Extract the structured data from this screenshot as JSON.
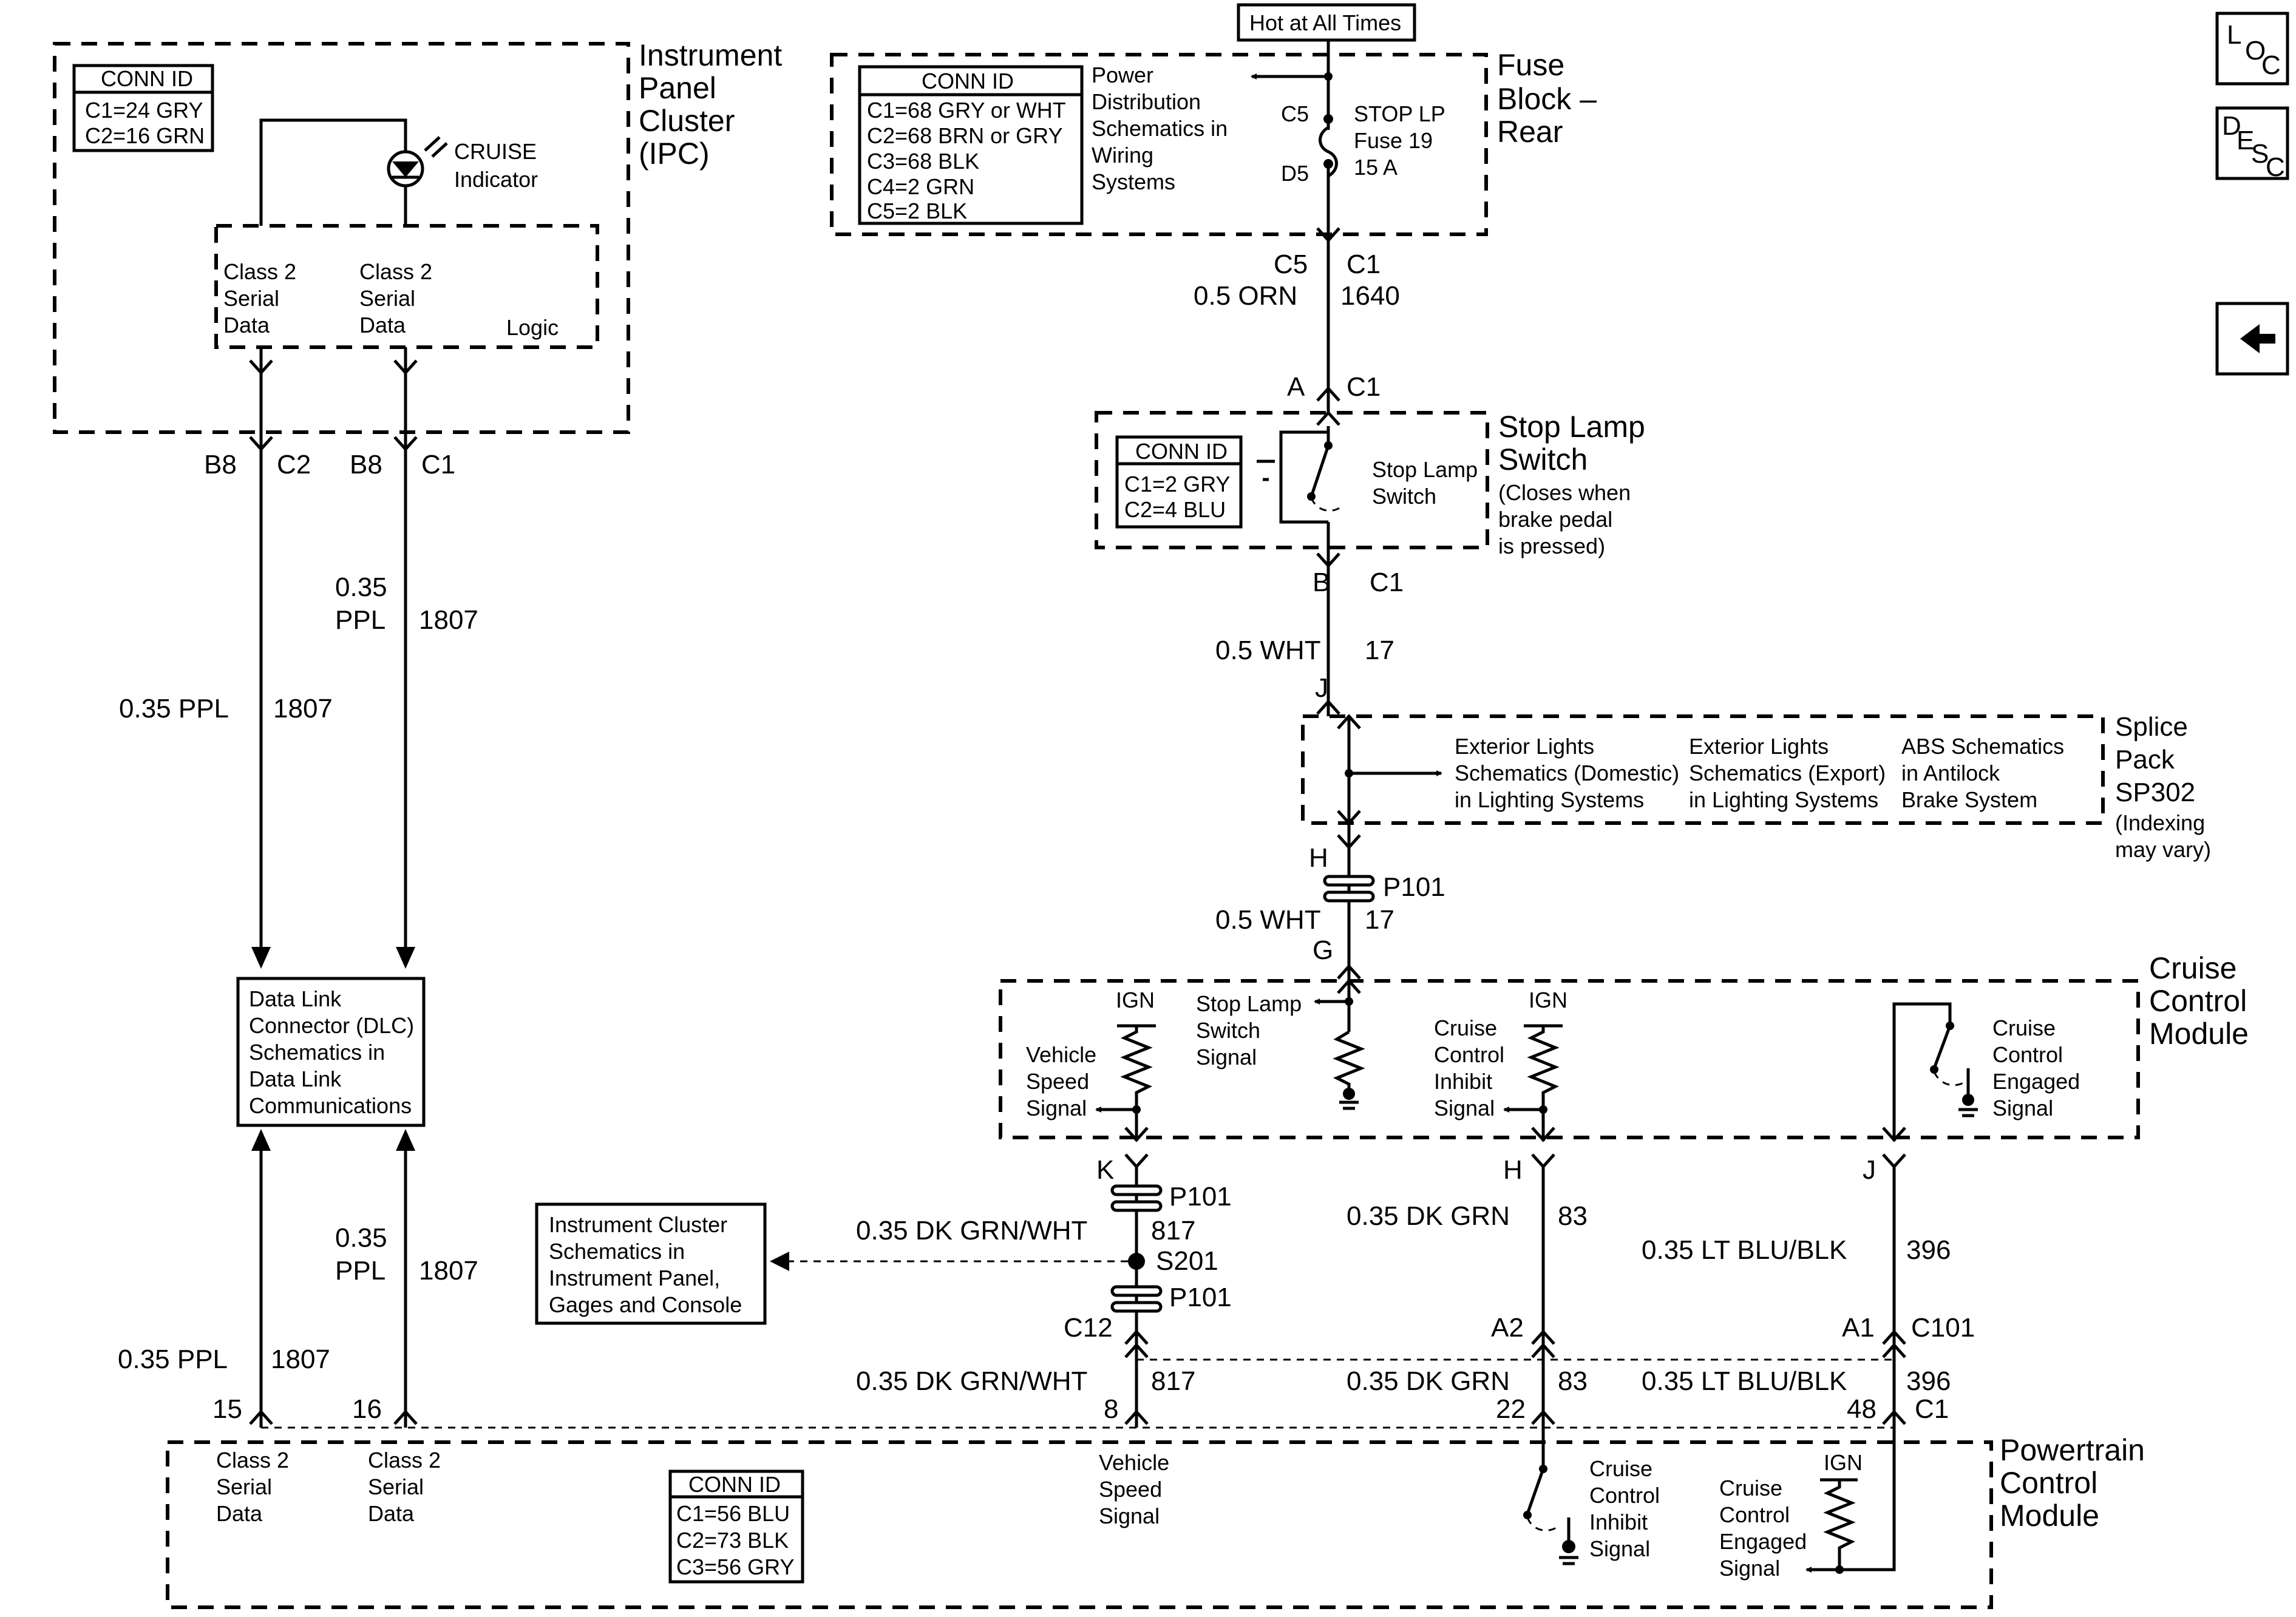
{
  "nav": {
    "loc": [
      "L",
      "O",
      "C"
    ],
    "desc": [
      "D",
      "E",
      "S",
      "C"
    ]
  },
  "ipc": {
    "title": [
      "Instrument",
      "Panel",
      "Cluster",
      "(IPC)"
    ],
    "conn_title": "CONN ID",
    "conn": [
      "C1=24 GRY",
      "C2=16 GRN"
    ],
    "indicator": [
      "CRUISE",
      "Indicator"
    ],
    "sd1": [
      "Class 2",
      "Serial",
      "Data"
    ],
    "sd2": [
      "Class 2",
      "Serial",
      "Data"
    ],
    "logic": "Logic",
    "pin_left": [
      "B8",
      "C2"
    ],
    "pin_right": [
      "B8",
      "C1"
    ]
  },
  "fuse": {
    "hot": "Hot at All Times",
    "title": [
      "Fuse",
      "Block –",
      "Rear"
    ],
    "conn_title": "CONN ID",
    "conn": [
      "C1=68 GRY or WHT",
      "C2=68 BRN or GRY",
      "C3=68 BLK",
      "C4=2 GRN",
      "C5=2 BLK"
    ],
    "power": [
      "Power",
      "Distribution",
      "Schematics in",
      "Wiring",
      "Systems"
    ],
    "c5": "C5",
    "d5": "D5",
    "fuse_label": [
      "STOP LP",
      "Fuse 19",
      "15 A"
    ],
    "out_pin": [
      "C5",
      "C1"
    ],
    "wire": [
      "0.5 ORN",
      "1640"
    ]
  },
  "sls": {
    "pin_top": [
      "A",
      "C1"
    ],
    "title": [
      "Stop Lamp",
      "Switch",
      "(Closes when",
      "brake pedal",
      "is pressed)"
    ],
    "conn_title": "CONN ID",
    "conn": [
      "C1=2 GRY",
      "C2=4 BLU"
    ],
    "switch_label": [
      "Stop Lamp",
      "Switch"
    ],
    "pin_bottom": [
      "B",
      "C1"
    ],
    "wire": [
      "0.5 WHT",
      "17"
    ],
    "j": "J"
  },
  "splice": {
    "title": [
      "Splice",
      "Pack",
      "SP302",
      "(Indexing",
      "may vary)"
    ],
    "ext_dom": [
      "Exterior Lights",
      "Schematics (Domestic)",
      "in Lighting Systems"
    ],
    "ext_exp": [
      "Exterior Lights",
      "Schematics (Export)",
      "in Lighting Systems"
    ],
    "abs": [
      "ABS Schematics",
      "in Antilock",
      "Brake System"
    ],
    "h": "H",
    "p101": "P101",
    "wire": [
      "0.5 WHT",
      "17"
    ],
    "g": "G"
  },
  "ccm": {
    "title": [
      "Cruise",
      "Control",
      "Module"
    ],
    "ign": "IGN",
    "vss": [
      "Vehicle",
      "Speed",
      "Signal"
    ],
    "sls_sig": [
      "Stop Lamp",
      "Switch",
      "Signal"
    ],
    "inhibit": [
      "Cruise",
      "Control",
      "Inhibit",
      "Signal"
    ],
    "engaged": [
      "Cruise",
      "Control",
      "Engaged",
      "Signal"
    ],
    "pins": [
      "K",
      "H",
      "J"
    ]
  },
  "wires": {
    "k_p101": "P101",
    "vss_wire": [
      "0.35 DK GRN/WHT",
      "817"
    ],
    "s201": "S201",
    "c12_p101": "P101",
    "h_wire": [
      "0.35 DK GRN",
      "83"
    ],
    "j_wire": [
      "0.35 LT BLU/BLK",
      "396"
    ],
    "c12": "C12",
    "a2": "A2",
    "a1": "A1",
    "c101": "C101",
    "vss_wire2": [
      "0.35 DK GRN/WHT",
      "817"
    ],
    "h_wire2": [
      "0.35 DK GRN",
      "83"
    ],
    "j_wire2": [
      "0.35 LT BLU/BLK",
      "396"
    ],
    "pcm_pins": [
      "8",
      "22",
      "48",
      "C1"
    ],
    "ipc_wire_right": [
      "0.35",
      "PPL",
      "1807"
    ],
    "ipc_wire_left": [
      "0.35 PPL",
      "1807"
    ],
    "dlc_wire_right": [
      "0.35",
      "PPL",
      "1807"
    ],
    "dlc_wire_left": [
      "0.35 PPL",
      "1807"
    ],
    "pcm_ipc_pins": [
      "15",
      "16"
    ]
  },
  "dlc": {
    "text": [
      "Data Link",
      "Connector (DLC)",
      "Schematics in",
      "Data Link",
      "Communications"
    ]
  },
  "icref": {
    "text": [
      "Instrument Cluster",
      "Schematics in",
      "Instrument Panel,",
      "Gages and Console"
    ]
  },
  "pcm": {
    "title": [
      "Powertrain",
      "Control",
      "Module"
    ],
    "sd1": [
      "Class 2",
      "Serial",
      "Data"
    ],
    "sd2": [
      "Class 2",
      "Serial",
      "Data"
    ],
    "conn_title": "CONN ID",
    "conn": [
      "C1=56 BLU",
      "C2=73 BLK",
      "C3=56 GRY"
    ],
    "vss": [
      "Vehicle",
      "Speed",
      "Signal"
    ],
    "inhibit": [
      "Cruise",
      "Control",
      "Inhibit",
      "Signal"
    ],
    "engaged": [
      "Cruise",
      "Control",
      "Engaged",
      "Signal"
    ],
    "ign": "IGN"
  }
}
